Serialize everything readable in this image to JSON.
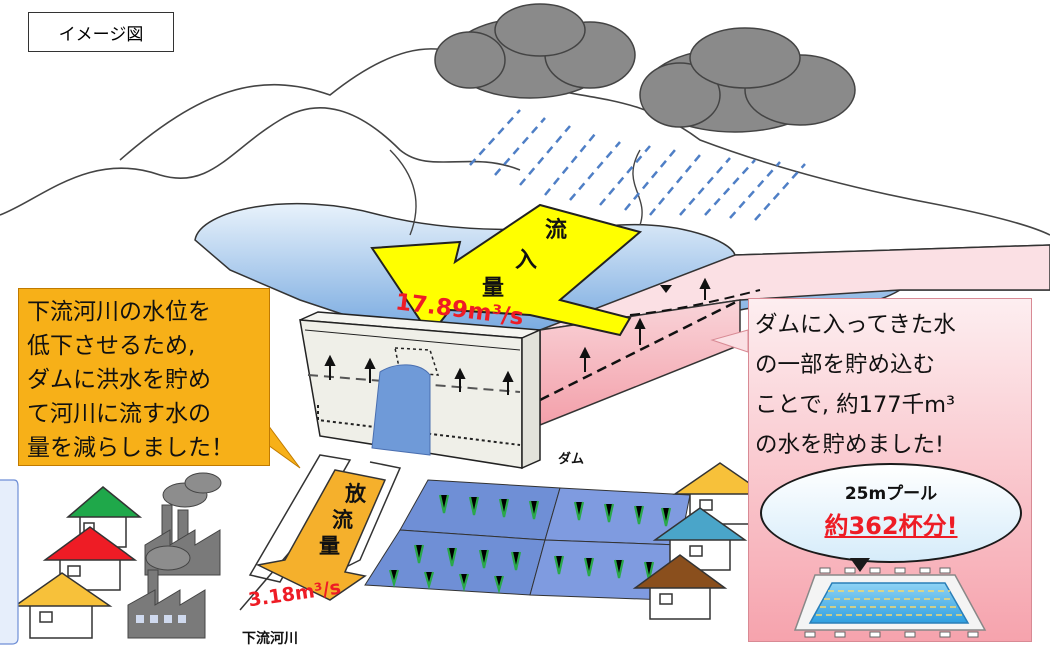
{
  "figure_label": "イメージ図",
  "explanation_left": {
    "lines": [
      "下流河川の水位を",
      "低下させるため,",
      "ダムに洪水を貯め",
      "て河川に流す水の",
      "量を減らしました！"
    ]
  },
  "explanation_right": {
    "lines": [
      "ダムに入ってきた水",
      "の一部を貯め込む",
      "ことで, 約177千m³",
      "の水を貯めました!"
    ]
  },
  "inflow": {
    "chars": [
      "流",
      "入",
      "量"
    ],
    "rate": "17.89m³/s"
  },
  "outflow": {
    "chars": [
      "放",
      "流",
      "量"
    ],
    "rate": "3.18m³/s"
  },
  "labels": {
    "dam": "ダム",
    "downstream_river": "下流河川"
  },
  "pool_callout": {
    "caption": "25mプール",
    "count": "約362杯分!"
  },
  "colors": {
    "cloud": "#8a8a8a",
    "rain": "#4f7fc6",
    "lake": "#6fa7dd",
    "inflow_arrow": "#ffff00",
    "outflow_arrow": "#f5b02c",
    "storage": "#f4a7b0",
    "paddy": "#6f8fd6",
    "rate_text": "#ee1c25"
  }
}
